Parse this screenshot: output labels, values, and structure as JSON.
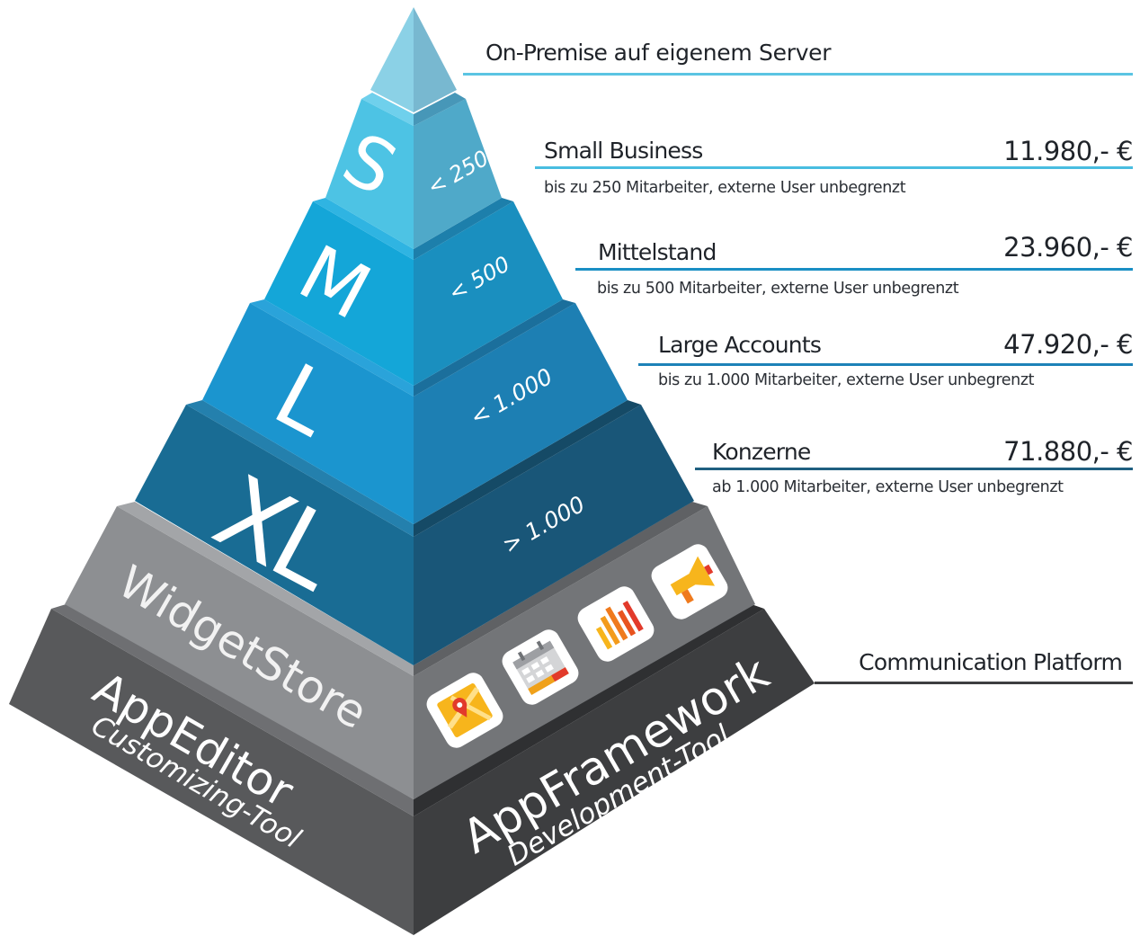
{
  "pyramid": {
    "tiers": [
      {
        "letter": "S",
        "range": "< 250",
        "front_color": "#4dc3e4",
        "side_color": "#4fa9c9"
      },
      {
        "letter": "M",
        "range": "< 500",
        "front_color": "#14a6d8",
        "side_color": "#1a8fbf"
      },
      {
        "letter": "L",
        "range": "< 1.000",
        "front_color": "#1b95cf",
        "side_color": "#1d7fb3"
      },
      {
        "letter": "XL",
        "range": "> 1.000",
        "front_color": "#196c94",
        "side_color": "#195678"
      }
    ],
    "apex_colors": {
      "front": "#8bd1e6",
      "side": "#78b8d0"
    },
    "widget_layer": {
      "label": "WidgetStore",
      "front_color": "#8d8f92",
      "side_color": "#737578"
    },
    "base_layer": {
      "left_title": "AppEditor",
      "left_subtitle": "Customizing-Tool",
      "right_title": "AppFramework",
      "right_subtitle": "Development-Tool",
      "front_color": "#58595b",
      "side_color": "#3d3e40"
    },
    "widget_icons": [
      "map-pin-icon",
      "calendar-icon",
      "bar-chart-icon",
      "megaphone-icon"
    ]
  },
  "onprem": {
    "strong": "On-Premise",
    "rest": " auf eigenem Server",
    "line_color": "#5bc4e3"
  },
  "plans": [
    {
      "name": "Small Business",
      "price": "11.980,- €",
      "desc": "bis zu 250 Mitarbeiter, externe User unbegrenzt",
      "line_color": "#49bde0"
    },
    {
      "name": "Mittelstand",
      "price": "23.960,- €",
      "desc": "bis zu 500 Mitarbeiter, externe User unbegrenzt",
      "line_color": "#1a8fc4"
    },
    {
      "name": "Large Accounts",
      "price": "47.920,- €",
      "desc": "bis zu 1.000 Mitarbeiter, externe User unbegrenzt",
      "line_color": "#1d82b8"
    },
    {
      "name": "Konzerne",
      "price": "71.880,- €",
      "desc": "ab 1.000 Mitarbeiter, externe User unbegrenzt",
      "line_color": "#1f5f80"
    }
  ],
  "platform": {
    "label": "Communication Platform",
    "line_color": "#3d3e40"
  }
}
